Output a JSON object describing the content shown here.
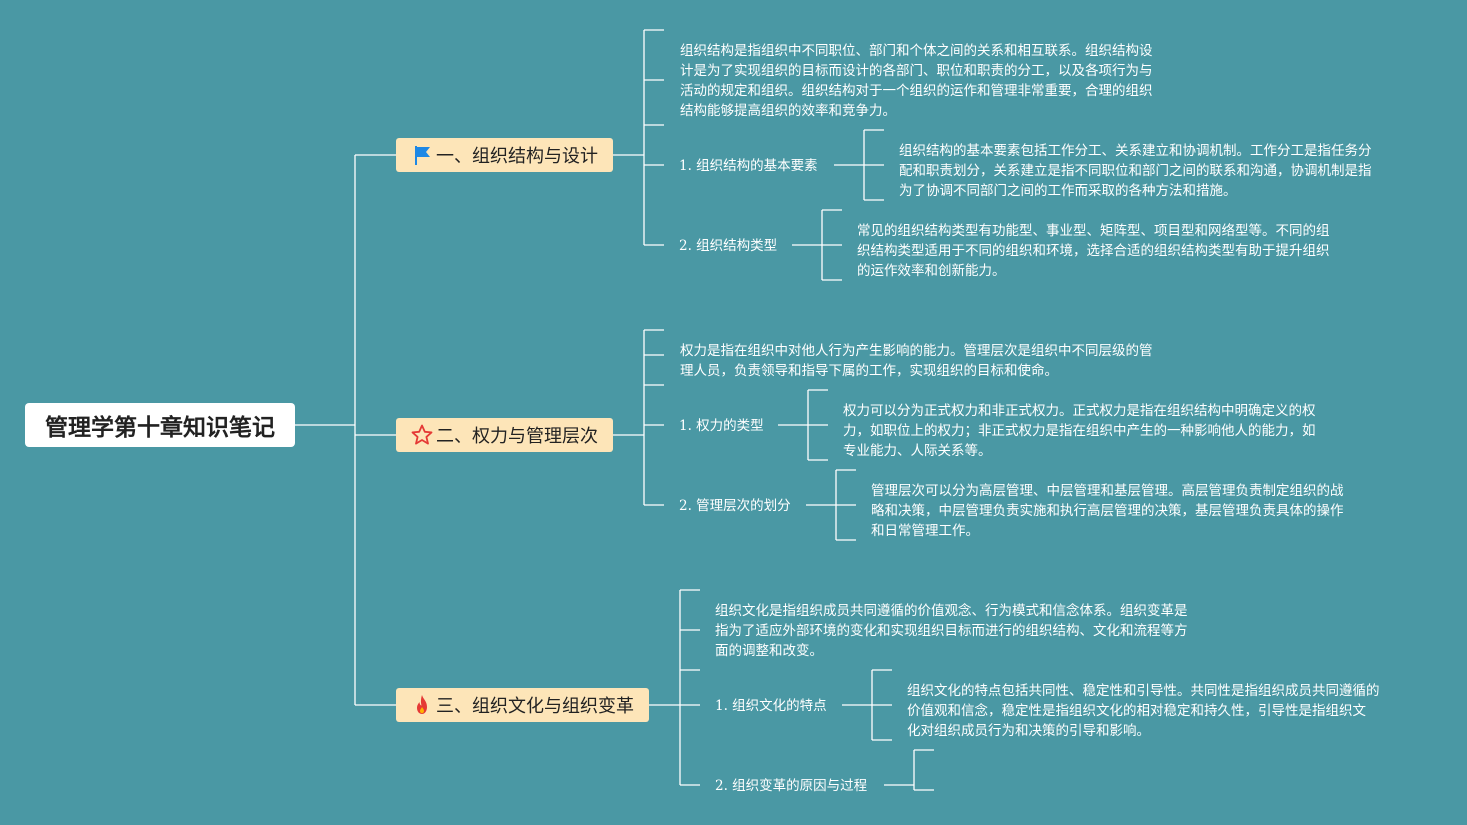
{
  "title": "管理学第十章知识笔记",
  "branches": [
    {
      "label": "一、组织结构与设计",
      "icon": "flag-icon",
      "intro": [
        "组织结构是指组织中不同职位、部门和个体之间的关系和相互联系。组织结构设",
        "计是为了实现组织的目标而设计的各部门、职位和职责的分工，以及各项行为与",
        "活动的规定和组织。组织结构对于一个组织的运作和管理非常重要，合理的组织",
        "结构能够提高组织的效率和竞争力。"
      ],
      "subs": [
        {
          "label": "1. 组织结构的基本要素",
          "detail": [
            "组织结构的基本要素包括工作分工、关系建立和协调机制。工作分工是指任务分",
            "配和职责划分，关系建立是指不同职位和部门之间的联系和沟通，协调机制是指",
            "为了协调不同部门之间的工作而采取的各种方法和措施。"
          ]
        },
        {
          "label": "2. 组织结构类型",
          "detail": [
            "常见的组织结构类型有功能型、事业型、矩阵型、项目型和网络型等。不同的组",
            "织结构类型适用于不同的组织和环境，选择合适的组织结构类型有助于提升组织",
            "的运作效率和创新能力。"
          ]
        }
      ]
    },
    {
      "label": "二、权力与管理层次",
      "icon": "star-icon",
      "intro": [
        "权力是指在组织中对他人行为产生影响的能力。管理层次是组织中不同层级的管",
        "理人员，负责领导和指导下属的工作，实现组织的目标和使命。"
      ],
      "subs": [
        {
          "label": "1. 权力的类型",
          "detail": [
            "权力可以分为正式权力和非正式权力。正式权力是指在组织结构中明确定义的权",
            "力，如职位上的权力；非正式权力是指在组织中产生的一种影响他人的能力，如",
            "专业能力、人际关系等。"
          ]
        },
        {
          "label": "2. 管理层次的划分",
          "detail": [
            "管理层次可以分为高层管理、中层管理和基层管理。高层管理负责制定组织的战",
            "略和决策，中层管理负责实施和执行高层管理的决策，基层管理负责具体的操作",
            "和日常管理工作。"
          ]
        }
      ]
    },
    {
      "label": "三、组织文化与组织变革",
      "icon": "fire-icon",
      "intro": [
        "组织文化是指组织成员共同遵循的价值观念、行为模式和信念体系。组织变革是",
        "指为了适应外部环境的变化和实现组织目标而进行的组织结构、文化和流程等方",
        "面的调整和改变。"
      ],
      "subs": [
        {
          "label": "1. 组织文化的特点",
          "detail": [
            "组织文化的特点包括共同性、稳定性和引导性。共同性是指组织成员共同遵循的",
            "价值观和信念，稳定性是指组织文化的相对稳定和持久性，引导性是指组织文",
            "化对组织成员行为和决策的引导和影响。"
          ]
        },
        {
          "label": "2. 组织变革的原因与过程",
          "detail": []
        }
      ]
    }
  ],
  "colors": {
    "background": "#4a98a4",
    "branch_fill": "#fde5b8",
    "line": "#ffffff",
    "flag": "#1e88e5",
    "star": "#e53935",
    "fire": "#e53935"
  }
}
